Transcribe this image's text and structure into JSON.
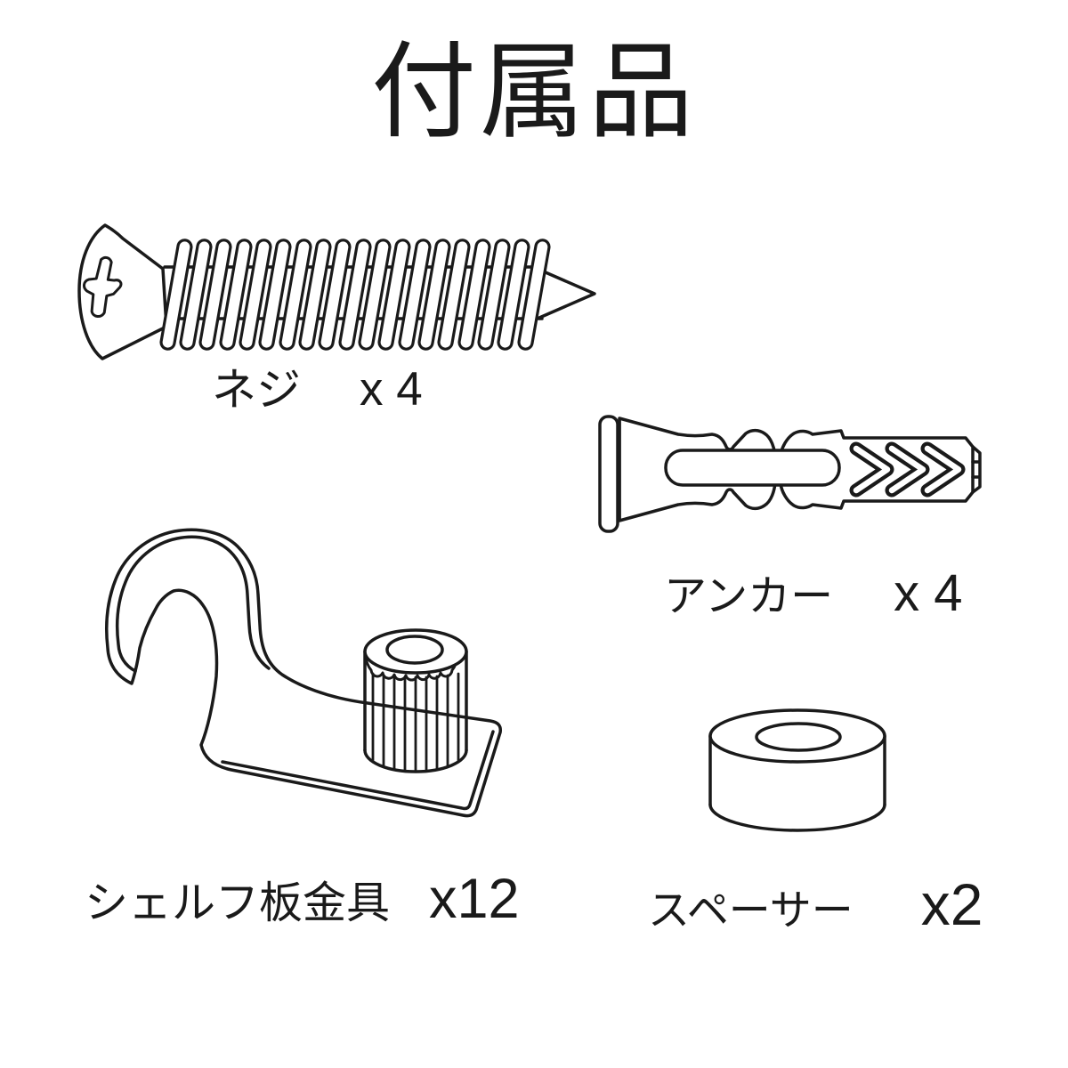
{
  "title": "付属品",
  "colors": {
    "line": "#1a1a1a",
    "background": "#ffffff"
  },
  "items": [
    {
      "id": "screw",
      "label": "ネジ",
      "count": "x 4"
    },
    {
      "id": "anchor",
      "label": "アンカー",
      "count": "x 4"
    },
    {
      "id": "shelf-bracket",
      "label": "シェルフ板金具",
      "count": "x12"
    },
    {
      "id": "spacer",
      "label": "スペーサー",
      "count": "x2"
    }
  ]
}
